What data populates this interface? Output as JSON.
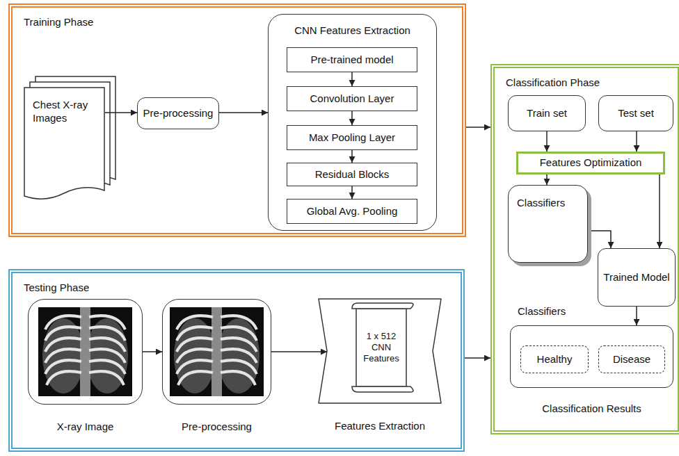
{
  "diagram": {
    "nodes": [
      {
        "text": [
          "Training Phase"
        ]
      },
      {
        "text": [
          "Chest X-ray Images"
        ],
        "in": 0
      },
      {
        "text": [
          "Pre-processing"
        ],
        "in": 0
      },
      {
        "text": [
          "CNN Features Extraction"
        ],
        "in": 0
      },
      {
        "text": [
          "Pre-trained model"
        ],
        "in": 3
      },
      {
        "text": [
          "Convolution Layer"
        ],
        "in": 3
      },
      {
        "text": [
          "Max Pooling Layer"
        ],
        "in": 3
      },
      {
        "text": [
          "Residual Blocks"
        ],
        "in": 3
      },
      {
        "text": [
          "Global Avg. Pooling"
        ],
        "in": 3
      },
      {
        "text": [
          "Classification Phase"
        ]
      },
      {
        "text": [
          "Train set"
        ],
        "in": 9
      },
      {
        "text": [
          "Test set"
        ],
        "in": 9
      },
      {
        "text": [
          "Features Optimization"
        ],
        "in": 9
      },
      {
        "text": [
          "Classifiers"
        ],
        "in": 9
      },
      {
        "text": [
          "Trained Model"
        ],
        "in": 9
      },
      {
        "text": [
          "Classifiers",
          "Classification Results"
        ],
        "in": 9
      },
      {
        "text": [
          "Healthy"
        ],
        "in": 15
      },
      {
        "text": [
          "Disease"
        ],
        "in": 15
      },
      {
        "text": [
          "Testing Phase"
        ]
      },
      {
        "text": [
          "X-ray Image"
        ],
        "in": 18
      },
      {
        "text": [
          "Pre-processing"
        ],
        "in": 18
      },
      {
        "text": [
          "Features Extraction"
        ],
        "in": 18
      },
      {
        "text": [
          "1 x 512 CNN Features"
        ],
        "in": 21
      }
    ],
    "edges": [
      {
        "from": 1,
        "to": 2,
        "arrow": "to"
      },
      {
        "from": 2,
        "to": 3,
        "arrow": "to"
      },
      {
        "from": 4,
        "to": 5,
        "arrow": "to"
      },
      {
        "from": 5,
        "to": 6,
        "arrow": "to"
      },
      {
        "from": 6,
        "to": 7,
        "arrow": "to"
      },
      {
        "from": 7,
        "to": 8,
        "arrow": "to"
      },
      {
        "from": 0,
        "to": 9,
        "arrow": "to"
      },
      {
        "from": 18,
        "to": 9,
        "arrow": "to"
      },
      {
        "from": 10,
        "to": 12,
        "arrow": "to"
      },
      {
        "from": 11,
        "to": 12,
        "arrow": "to"
      },
      {
        "from": 12,
        "to": 13,
        "arrow": "to"
      },
      {
        "from": 12,
        "to": 14,
        "arrow": "to"
      },
      {
        "from": 13,
        "to": 14,
        "arrow": "to"
      },
      {
        "from": 14,
        "to": 15,
        "arrow": "to"
      },
      {
        "from": 19,
        "to": 20,
        "arrow": "to"
      },
      {
        "from": 20,
        "to": 21,
        "arrow": "to"
      }
    ]
  }
}
